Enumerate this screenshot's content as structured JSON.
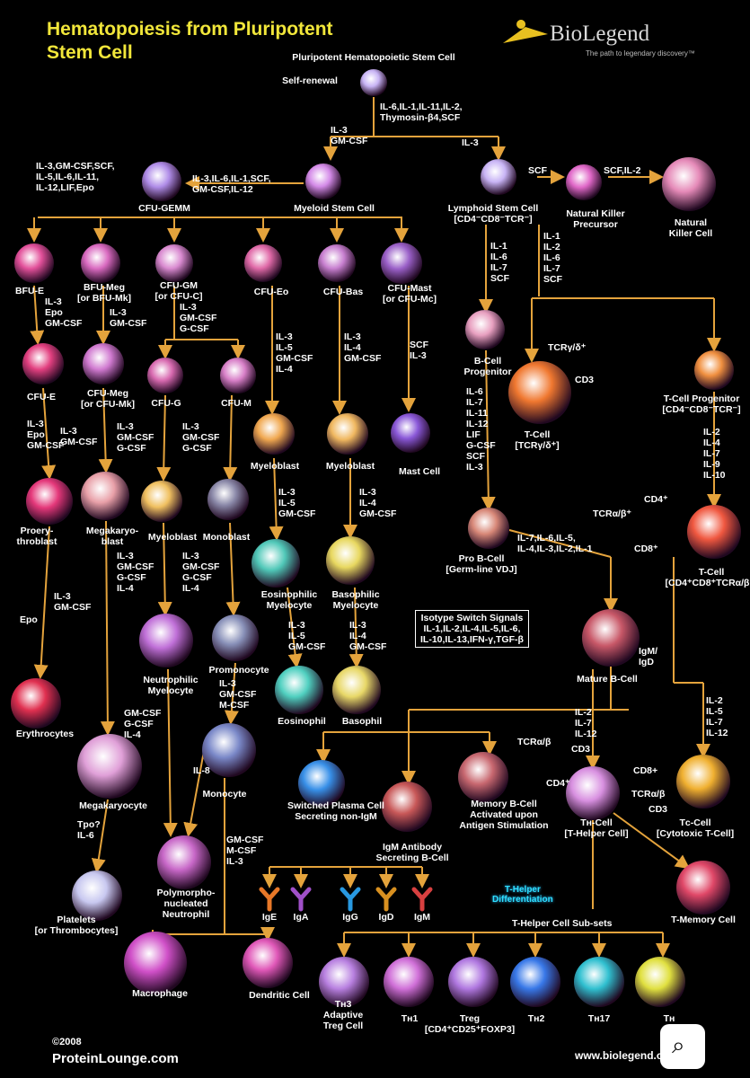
{
  "title_line1": "Hematopoiesis from Pluripotent",
  "title_line2": "Stem Cell",
  "brand": "BioLegend",
  "brand_tagline": "The path to legendary discovery™",
  "colors": {
    "title": "#f1e63a",
    "arrow": "#e4a33c",
    "differentiation": "#2ee0ff"
  },
  "cells": [
    {
      "id": "phsc",
      "label": "Pluripotent Hematopoietic Stem Cell",
      "color": "#c8b4f5"
    },
    {
      "id": "self",
      "label": "Self-renewal",
      "color": ""
    },
    {
      "id": "myeloid",
      "label": "Myeloid Stem Cell",
      "color": "#d48be8"
    },
    {
      "id": "gemm",
      "label": "CFU-GEMM",
      "color": "#b08de8"
    },
    {
      "id": "lymphoid",
      "label": "Lymphoid Stem Cell\n[CD4⁻CD8⁻TCR⁻]",
      "color": "#c8b4f5"
    },
    {
      "id": "nkp",
      "label": "Natural Killer\nPrecursor",
      "color": "#e068c8"
    },
    {
      "id": "nk",
      "label": "Natural\nKiller Cell",
      "color": "#e58ab8"
    },
    {
      "id": "bfue",
      "label": "BFU-E",
      "color": "#e2509a"
    },
    {
      "id": "bfumeg",
      "label": "BFU-Meg\n[or BFU-Mk]",
      "color": "#d96ac0"
    },
    {
      "id": "cfugm",
      "label": "CFU-GM\n[or CFU-C]",
      "color": "#d98ad0"
    },
    {
      "id": "cfueo",
      "label": "CFU-Eo",
      "color": "#e06aa8"
    },
    {
      "id": "cfubas",
      "label": "CFU-Bas",
      "color": "#c880d0"
    },
    {
      "id": "cfumast",
      "label": "CFU-Mast\n[or CFU-Mc]",
      "color": "#9a60c8"
    },
    {
      "id": "cfue",
      "label": "CFU-E",
      "color": "#e24080"
    },
    {
      "id": "cfumeg",
      "label": "CFU-Meg\n[or CFU-Mk]",
      "color": "#d07ad0"
    },
    {
      "id": "cfug",
      "label": "CFU-G",
      "color": "#d86ab0"
    },
    {
      "id": "cfum",
      "label": "CFU-M",
      "color": "#d880c8"
    },
    {
      "id": "myelo1",
      "label": "Myeloblast",
      "color": "#f0a850"
    },
    {
      "id": "myelo2",
      "label": "Myeloblast",
      "color": "#f0b860"
    },
    {
      "id": "mast",
      "label": "Mast Cell",
      "color": "#8a58d8"
    },
    {
      "id": "proery",
      "label": "Proery-\nthroblast",
      "color": "#e4387a"
    },
    {
      "id": "megablast",
      "label": "Megakaryo-\nblast",
      "color": "#e8a0a8"
    },
    {
      "id": "myelo3",
      "label": "Myeloblast",
      "color": "#f0c060"
    },
    {
      "id": "monoblast",
      "label": "Monoblast",
      "color": "#8a88a8"
    },
    {
      "id": "eomyel",
      "label": "Eosinophilic\nMyelocyte",
      "color": "#50c8b8"
    },
    {
      "id": "basomyel",
      "label": "Basophilic\nMyelocyte",
      "color": "#e8d860"
    },
    {
      "id": "neutmyel",
      "label": "Neutrophilic\nMyelocyte",
      "color": "#c070d8"
    },
    {
      "id": "promono",
      "label": "Promonocyte",
      "color": "#8890b8"
    },
    {
      "id": "eos",
      "label": "Eosinophil",
      "color": "#50d0c0"
    },
    {
      "id": "baso",
      "label": "Basophil",
      "color": "#e8d868"
    },
    {
      "id": "ery",
      "label": "Erythrocytes",
      "color": "#e03050"
    },
    {
      "id": "mono",
      "label": "Monocyte",
      "color": "#7a88c8"
    },
    {
      "id": "megak",
      "label": "Megakaryocyte",
      "color": "#e0a0d8"
    },
    {
      "id": "plat",
      "label": "Platelets\n[or Thrombocytes]",
      "color": "#c8c8f0"
    },
    {
      "id": "pmn",
      "label": "Polymorpho-\nnucleated\nNeutrophil",
      "color": "#c868c8"
    },
    {
      "id": "macro",
      "label": "Macrophage",
      "color": "#d050c8"
    },
    {
      "id": "dendr",
      "label": "Dendritic Cell",
      "color": "#e058b8"
    },
    {
      "id": "bprog",
      "label": "B-Cell\nProgenitor",
      "color": "#e8a0c0"
    },
    {
      "id": "tcellgd",
      "label": "T-Cell\n[TCRγ/δ⁺]",
      "color": "#f07830"
    },
    {
      "id": "tprog",
      "label": "T-Cell Progenitor\n[CD4⁻CD8⁻TCR⁻]",
      "color": "#f09040"
    },
    {
      "id": "probcell",
      "label": "Pro B-Cell\n[Germ-line VDJ]",
      "color": "#d88878"
    },
    {
      "id": "tcellab",
      "label": "T-Cell\n[CD4⁺CD8⁺TCRα/β⁺]",
      "color": "#f05840"
    },
    {
      "id": "matureb",
      "label": "Mature B-Cell",
      "color": "#c85868"
    },
    {
      "id": "plasma",
      "label": "Switched Plasma Cell\nSecreting non-IgM",
      "color": "#3890e8"
    },
    {
      "id": "igmsec",
      "label": "IgM Antibody\nSecreting B-Cell",
      "color": "#c85858"
    },
    {
      "id": "memb",
      "label": "Memory B-Cell\nActivated upon\nAntigen Stimulation",
      "color": "#c86870"
    },
    {
      "id": "th",
      "label": "Tʜ-Cell\n[T-Helper Cell]",
      "color": "#d890e0"
    },
    {
      "id": "tc",
      "label": "Tᴄ-Cell\n[Cytotoxic T-Cell]",
      "color": "#f0b030"
    },
    {
      "id": "tmem",
      "label": "T-Memory Cell",
      "color": "#e04868"
    },
    {
      "id": "th3",
      "label": "Tʜ3\nAdaptive\nTreg Cell",
      "color": "#b880e0"
    },
    {
      "id": "th1",
      "label": "Tʜ1",
      "color": "#d070d8"
    },
    {
      "id": "treg",
      "label": "Treg\n[CD4⁺CD25⁺FOXP3]",
      "color": "#b078e0"
    },
    {
      "id": "th2",
      "label": "Tʜ2",
      "color": "#3878e8"
    },
    {
      "id": "th17",
      "label": "Tʜ17",
      "color": "#30c0d0"
    },
    {
      "id": "thx",
      "label": "Tʜ",
      "color": "#e0e040"
    }
  ],
  "cytokines": [
    {
      "id": "c1",
      "text": "IL-6,IL-1,IL-11,IL-2,\nThymosin-β4,SCF"
    },
    {
      "id": "c2",
      "text": "IL-3\nGM-CSF"
    },
    {
      "id": "c3",
      "text": "IL-3"
    },
    {
      "id": "c4",
      "text": "IL-3,IL-6,IL-1,SCF,\nGM-CSF,IL-12"
    },
    {
      "id": "c5",
      "text": "IL-3,GM-CSF,SCF,\nIL-5,IL-6,IL-11,\nIL-12,LIF,Epo"
    },
    {
      "id": "c6",
      "text": "SCF"
    },
    {
      "id": "c7",
      "text": "SCF,IL-2"
    },
    {
      "id": "c8",
      "text": "IL-1\nIL-6\nIL-7\nSCF"
    },
    {
      "id": "c9",
      "text": "IL-1\nIL-2\nIL-6\nIL-7\nSCF"
    },
    {
      "id": "c10",
      "text": "IL-3\nEpo\nGM-CSF"
    },
    {
      "id": "c11",
      "text": "IL-3\nGM-CSF"
    },
    {
      "id": "c12",
      "text": "IL-3\nGM-CSF\nG-CSF"
    },
    {
      "id": "c13",
      "text": "IL-3\nIL-5\nGM-CSF\nIL-4"
    },
    {
      "id": "c14",
      "text": "IL-3\nIL-4\nGM-CSF"
    },
    {
      "id": "c15",
      "text": "SCF\nIL-3"
    },
    {
      "id": "c16",
      "text": "IL-3\nEpo\nGM-CSF"
    },
    {
      "id": "c17",
      "text": "IL-3\nGM-CSF"
    },
    {
      "id": "c18",
      "text": "IL-3\nGM-CSF\nG-CSF"
    },
    {
      "id": "c19",
      "text": "IL-3\nGM-CSF\nG-CSF"
    },
    {
      "id": "c20",
      "text": "IL-6\nIL-7\nIL-11\nIL-12\nLIF\nG-CSF\nSCF\nIL-3"
    },
    {
      "id": "c21",
      "text": "IL-2\nIL-4\nIL-7\nIL-9\nIL-10"
    },
    {
      "id": "c22",
      "text": "IL-3\nIL-5\nGM-CSF"
    },
    {
      "id": "c23",
      "text": "IL-3\nIL-4\nGM-CSF"
    },
    {
      "id": "c24",
      "text": "IL-3\nGM-CSF\nG-CSF\nIL-4"
    },
    {
      "id": "c25",
      "text": "IL-3\nGM-CSF\nG-CSF\nIL-4"
    },
    {
      "id": "c26",
      "text": "IL-3\nGM-CSF"
    },
    {
      "id": "c27",
      "text": "Epo"
    },
    {
      "id": "c28",
      "text": "IL-7,IL-6,IL-5,\nIL-4,IL-3,IL-2,IL-1"
    },
    {
      "id": "c29",
      "text": "IL-3\nIL-5\nGM-CSF"
    },
    {
      "id": "c30",
      "text": "IL-3\nIL-4\nGM-CSF"
    },
    {
      "id": "c31",
      "text": "IL-3\nGM-CSF\nM-CSF"
    },
    {
      "id": "c32",
      "text": "GM-CSF\nG-CSF\nIL-4"
    },
    {
      "id": "c33",
      "text": "IL-8"
    },
    {
      "id": "c34",
      "text": "IL-2\nIL-7\nIL-12"
    },
    {
      "id": "c35",
      "text": "IL-2\nIL-5\nIL-7\nIL-12"
    },
    {
      "id": "c36",
      "text": "Tpo?\nIL-6"
    },
    {
      "id": "c37",
      "text": "GM-CSF\nM-CSF\nIL-3"
    },
    {
      "id": "c38",
      "text": "IgM/\nIgD"
    },
    {
      "id": "c39",
      "text": "T-Helper Cell Sub-sets"
    }
  ],
  "markers": [
    {
      "id": "m1",
      "text": "TCRγ/δ⁺"
    },
    {
      "id": "m2",
      "text": "CD3"
    },
    {
      "id": "m3",
      "text": "CD4⁺"
    },
    {
      "id": "m4",
      "text": "TCRα/β⁺"
    },
    {
      "id": "m5",
      "text": "CD8⁺"
    },
    {
      "id": "m6",
      "text": "TCRα/β"
    },
    {
      "id": "m7",
      "text": "CD3"
    },
    {
      "id": "m8",
      "text": "CD4⁺"
    },
    {
      "id": "m9",
      "text": "CD8+"
    },
    {
      "id": "m10",
      "text": "TCRα/β"
    },
    {
      "id": "m11",
      "text": "CD3"
    }
  ],
  "isotype_box": "Isotype Switch Signals\nIL-1,IL-2,IL-4,IL-5,IL-6,\nIL-10,IL-13,IFN-γ,TGF-β",
  "thelper_diff": "T-Helper\nDifferentiation",
  "antibodies": [
    {
      "label": "IgE",
      "color": "#e87828"
    },
    {
      "label": "IgA",
      "color": "#a050c8"
    },
    {
      "label": "IgG",
      "color": "#2898e0"
    },
    {
      "label": "IgD",
      "color": "#d89020"
    },
    {
      "label": "IgM",
      "color": "#d84040"
    }
  ],
  "footer": {
    "copyright": "©2008",
    "left_site": "ProteinLounge.com",
    "right_site": "www.biolegend.com"
  },
  "search_icon": "search-lens-icon"
}
